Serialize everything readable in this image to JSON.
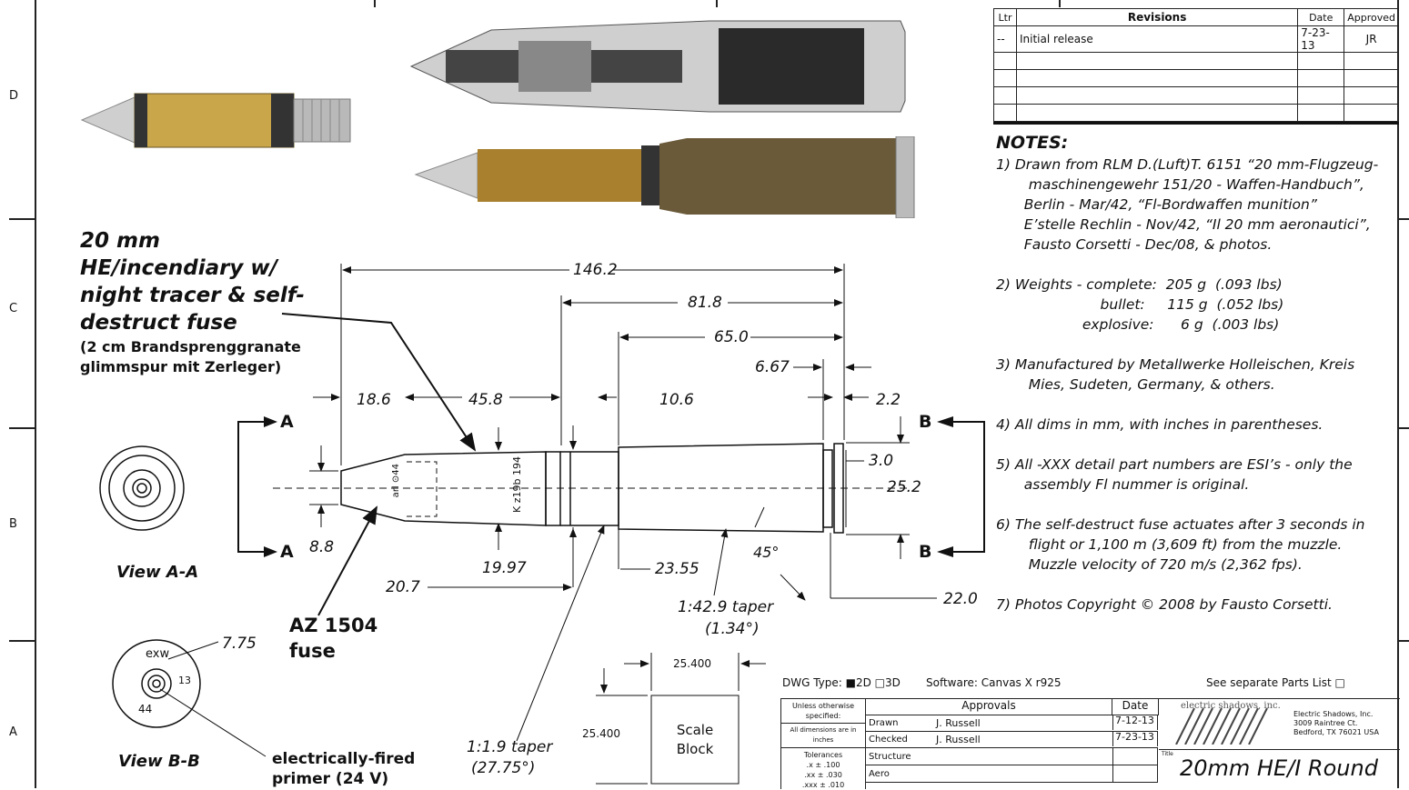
{
  "zones": [
    "D",
    "C",
    "B",
    "A"
  ],
  "heading": {
    "line1": "20 mm",
    "line2": "HE/incendiary w/",
    "line3": "night tracer & self-",
    "line4": "destruct fuse",
    "sub1": "(2 cm Brandsprenggranate",
    "sub2": "glimmspur mit Zerleger)"
  },
  "dims": {
    "overall": "146.2",
    "case": "81.8",
    "body": "65.0",
    "rim_w": "6.67",
    "rim_t": "2.2",
    "nose": "18.6",
    "bullet_body": "45.8",
    "band": "10.6",
    "rim_d": "3.0",
    "base_d": "25.2",
    "tip": "8.8",
    "bullet_d": "19.97",
    "case_len": "20.7",
    "neck": "23.55",
    "head_d": "22.0",
    "angle": "45°",
    "taper1": "1:42.9 taper",
    "taper1b": "(1.34°)",
    "taper2": "1:1.9 taper",
    "taper2b": "(27.75°)",
    "primer_d": "7.75"
  },
  "labels": {
    "sectA": "A",
    "sectB": "B",
    "viewAA": "View A-A",
    "viewBB": "View B-B",
    "fuse1": "AZ 1504",
    "fuse2": "fuse",
    "primer1": "electrically-fired",
    "primer2": "primer  (24 V)",
    "stamp1": "K z19b 194",
    "stamp2": "arl ⊙44",
    "exw": "exw",
    "n44": "44",
    "n13": "13"
  },
  "revisions": {
    "headers": [
      "Ltr",
      "Revisions",
      "Date",
      "Approved"
    ],
    "rows": [
      [
        "--",
        "Initial release",
        "7-23-13",
        "JR"
      ]
    ]
  },
  "notes": {
    "title": "NOTES:",
    "items": [
      "1) Drawn from RLM D.(Luft)T. 6151 “20 mm-Flugzeug-\n    maschinengewehr 151/20 - Waffen-Handbuch”,\n   Berlin - Mar/42, “Fl-Bordwaffen munition”\n   E’stelle Rechlin - Nov/42, “Il 20 mm aeronautici”,\n   Fausto Corsetti - Dec/08, & photos.",
      "2) Weights - complete:  205 g  (.093 lbs)\n                    bullet:     115 g  (.052 lbs)\n                explosive:      6 g  (.003 lbs)",
      "3) Manufactured by Metallwerke Holleischen, Kreis\n    Mies, Sudeten, Germany, & others.",
      "4) All dims in mm, with inches in parentheses.",
      "5) All -XXX detail part numbers are ESI’s - only the\n   assembly Fl nummer is original.",
      "6) The self-destruct fuse actuates after 3 seconds in\n    flight or 1,100 m (3,609 ft) from the muzzle.\n    Muzzle velocity of 720 m/s (2,362 fps).",
      "7) Photos Copyright © 2008 by Fausto Corsetti."
    ]
  },
  "scale_block": {
    "w": "25.400",
    "h": "25.400",
    "label1": "Scale",
    "label2": "Block"
  },
  "title_block": {
    "dwg_type": "DWG Type: ■2D  □3D",
    "software": "Software:  Canvas X r925",
    "parts": "See separate Parts List □",
    "unless": "Unless otherwise specified:",
    "all_dims": "All dimensions are in inches",
    "tolerances": "Tolerances",
    "tol1": ".x ± .100",
    "tol2": ".xx ± .030",
    "tol3": ".xxx ± .010",
    "approvals": "Approvals",
    "date": "Date",
    "rows": [
      {
        "role": "Drawn",
        "name": "J. Russell",
        "date": "7-12-13"
      },
      {
        "role": "Checked",
        "name": "J. Russell",
        "date": "7-23-13"
      },
      {
        "role": "Structure",
        "name": "",
        "date": ""
      },
      {
        "role": "Aero",
        "name": "",
        "date": ""
      }
    ],
    "company_logo": "electric shadows, inc.",
    "company": "Electric Shadows, Inc.",
    "addr1": "3009 Raintree Ct.",
    "addr2": "Bedford, TX 76021 USA",
    "title_label": "Title",
    "title": "20mm HE/I Round"
  },
  "colors": {
    "ink": "#111111",
    "brass": "#c9a64a",
    "steel": "#bfbfbf"
  }
}
